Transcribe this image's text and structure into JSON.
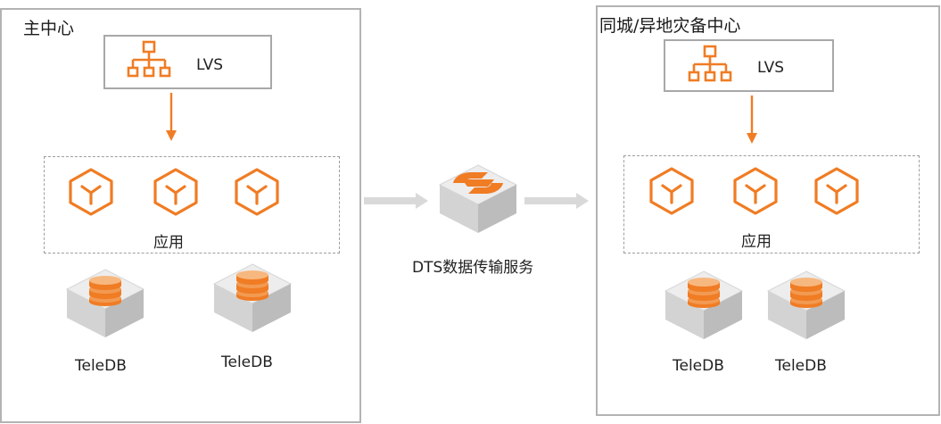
{
  "colors": {
    "accent": "#f07c24",
    "border": "#b3b3b3",
    "dashed": "#9e9e9e",
    "cube_top": "#ececec",
    "cube_left": "#d2d2d2",
    "cube_right": "#bdbdbd",
    "flow_arrow": "#d9d9d9"
  },
  "primary": {
    "title": "主中心",
    "lvs_label": "LVS",
    "app_label": "应用",
    "db": [
      {
        "label": "TeleDB"
      },
      {
        "label": "TeleDB"
      }
    ]
  },
  "dts": {
    "label": "DTS数据传输服务"
  },
  "standby": {
    "title": "同城/异地灾备中心",
    "lvs_label": "LVS",
    "app_label": "应用",
    "db": [
      {
        "label": "TeleDB"
      },
      {
        "label": "TeleDB"
      }
    ]
  },
  "icons": {
    "load_balancer": "network-hierarchy-icon",
    "app_node": "hexagon-node-icon",
    "database": "database-stack-icon",
    "dts": "sync-s-icon"
  }
}
